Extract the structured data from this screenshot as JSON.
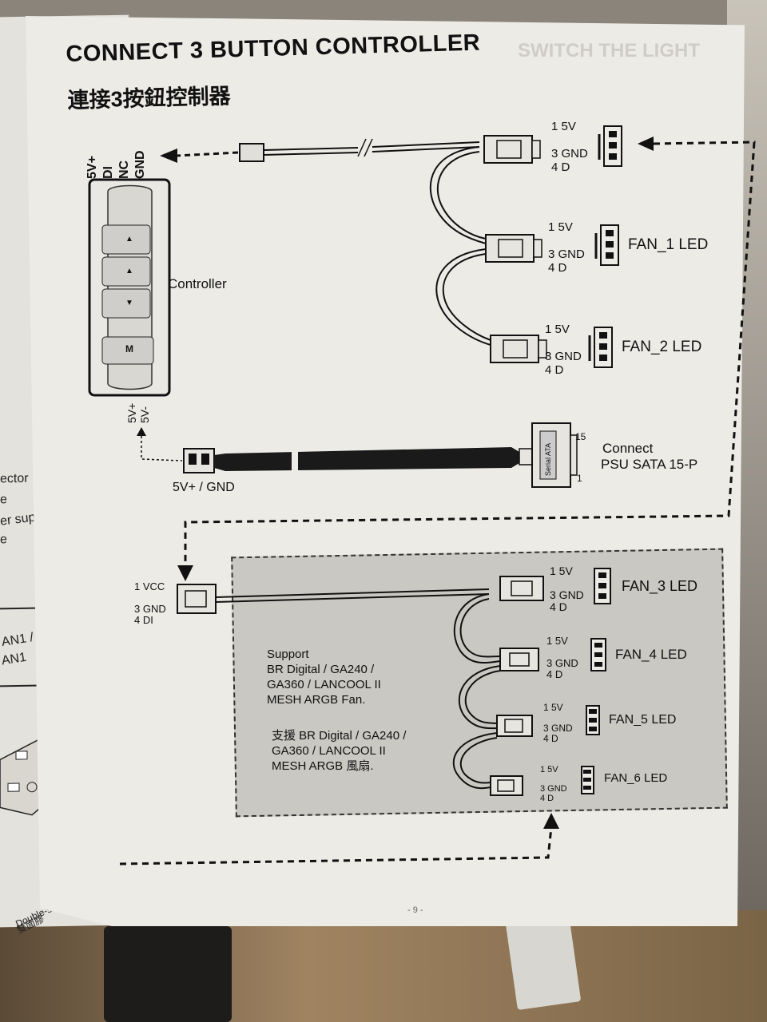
{
  "title": "CONNECT 3 BUTTON CONTROLLER",
  "subtitle": "連接3按鈕控制器",
  "controller": {
    "label": "Controller",
    "top_pins": [
      "5V+",
      "DI",
      "NC",
      "GND"
    ],
    "bottom_pins": [
      "5V+",
      "5V-"
    ],
    "buttons": [
      "M"
    ]
  },
  "power_cable": {
    "label": "5V+ / GND"
  },
  "sata": {
    "connector_label": "Serial ATA",
    "pin_high": "15",
    "pin_low": "1",
    "text_line1": "Connect",
    "text_line2": "PSU SATA 15-P"
  },
  "pins3": {
    "p1": "1 5V",
    "p3": "3 GND",
    "p4": "4 D"
  },
  "fans_top": [
    {
      "label": ""
    },
    {
      "label": "FAN_1 LED"
    },
    {
      "label": "FAN_2 LED"
    }
  ],
  "hub_input": {
    "p1": "1 VCC",
    "p3": "3 GND",
    "p4": "4 DI"
  },
  "fans_bottom": [
    {
      "label": "FAN_3 LED"
    },
    {
      "label": "FAN_4 LED"
    },
    {
      "label": "FAN_5 LED"
    },
    {
      "label": "FAN_6 LED"
    }
  ],
  "support_en": [
    "Support",
    "BR Digital / GA240 /",
    "GA360 / LANCOOL II",
    "MESH ARGB Fan."
  ],
  "support_zh": [
    "支援 BR Digital / GA240 /",
    "GA360 / LANCOOL II",
    "MESH ARGB 風扇."
  ],
  "left_page": {
    "lines": [
      "ector",
      "e",
      "er supply",
      "e"
    ],
    "box_lines": [
      "AN1 /",
      "AN1"
    ],
    "tape_label": "Double-sided tape",
    "tape_label_zh": "雙面膠"
  },
  "ghost_heading": "SWITCH THE LIGHT",
  "page_number": "- 9 -"
}
